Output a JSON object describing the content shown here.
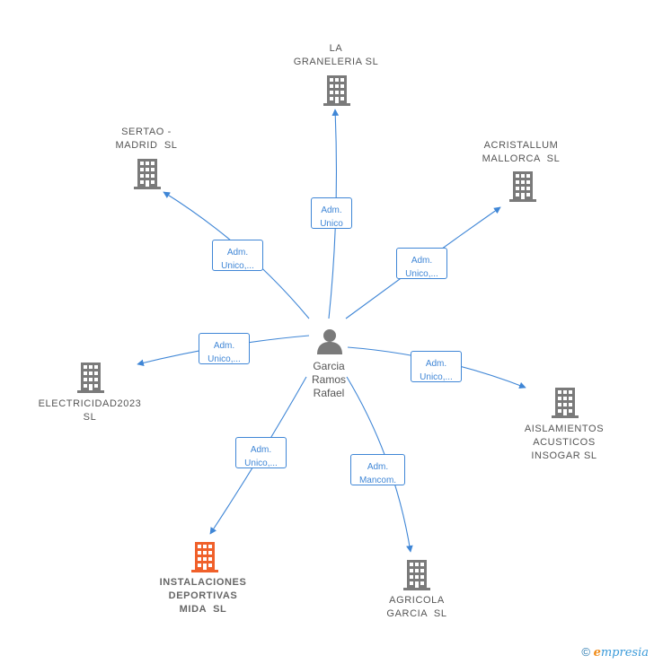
{
  "center": {
    "name": "Garcia\nRamos\nRafael",
    "icon": "person-icon"
  },
  "companies": [
    {
      "id": "la-graneleria",
      "name": "LA\nGRANELERIA SL",
      "role": "Adm.\nUnico",
      "highlight": false,
      "icon": "building-icon"
    },
    {
      "id": "sertao-madrid",
      "name": "SERTAO -\nMADRID  SL",
      "role": "Adm.\nUnico,...",
      "highlight": false,
      "icon": "building-icon"
    },
    {
      "id": "acristallum-mallorca",
      "name": "ACRISTALLUM\nMALLORCA  SL",
      "role": "Adm.\nUnico,...",
      "highlight": false,
      "icon": "building-icon"
    },
    {
      "id": "electricidad2023",
      "name": "ELECTRICIDAD2023\nSL",
      "role": "Adm.\nUnico,...",
      "highlight": false,
      "icon": "building-icon"
    },
    {
      "id": "aislamientos-acusticos",
      "name": "AISLAMIENTOS\nACUSTICOS\nINSOGAR SL",
      "role": "Adm.\nUnico,...",
      "highlight": false,
      "icon": "building-icon"
    },
    {
      "id": "instalaciones-deportivas",
      "name": "INSTALACIONES\nDEPORTIVAS\nMIDA  SL",
      "role": "Adm.\nUnico,...",
      "highlight": true,
      "icon": "building-icon"
    },
    {
      "id": "agricola-garcia",
      "name": "AGRICOLA\nGARCIA  SL",
      "role": "Adm.\nMancom.",
      "highlight": false,
      "icon": "building-icon"
    }
  ],
  "colors": {
    "edge": "#3f86d6",
    "node": "#7a7a7a",
    "highlight": "#f0602a"
  },
  "footer": {
    "copyright": "©",
    "brand": "mpresia",
    "brand_initial": "e"
  }
}
